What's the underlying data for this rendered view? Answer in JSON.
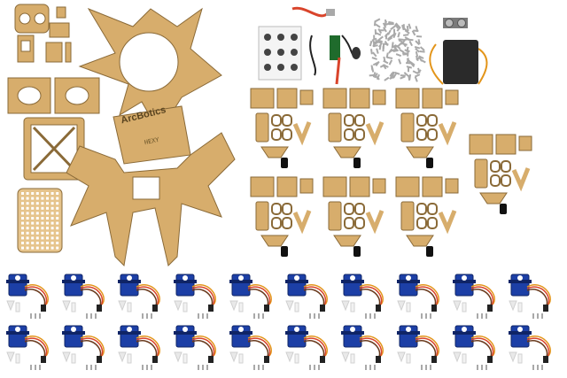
{
  "kit": {
    "board_logo_text": "ArcBotics",
    "body_plate_text": "HEXY"
  },
  "colors": {
    "acrylic": "#d7ad6c",
    "acrylic_edge": "#8a6a38",
    "servo_blue": "#1c3fa6",
    "servo_dark": "#0f2466",
    "wire_red": "#d9442b",
    "wire_orange": "#e3951a",
    "wire_brown": "#6a3b1e",
    "metal": "#a9a9a9",
    "pcb": "#2a2a2a",
    "ultrasonic": "#7a7a7a"
  },
  "counts": {
    "servo_rows": 2,
    "servos_per_row": 10,
    "leg_groups": 7
  }
}
